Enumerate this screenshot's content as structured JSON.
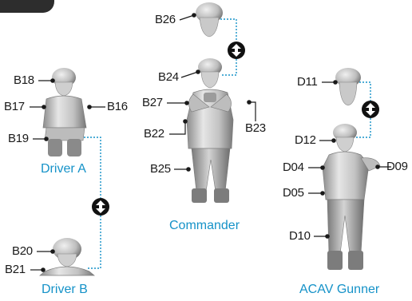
{
  "colors": {
    "figure_light": "#d9d9d9",
    "figure_mid": "#a9a9a9",
    "figure_dark": "#5e5e5e",
    "caption": "#1592c8",
    "connector": "#1592c8",
    "leader": "#1a1a1a",
    "tab": "#2d2d2d"
  },
  "icons": {
    "swap": "swap-arrows-icon"
  },
  "parts": {
    "b26": "B26",
    "b24": "B24",
    "b27": "B27",
    "b22": "B22",
    "b23": "B23",
    "b25": "B25",
    "b18": "B18",
    "b17": "B17",
    "b16": "B16",
    "b19": "B19",
    "b20": "B20",
    "b21": "B21",
    "d11": "D11",
    "d12": "D12",
    "d04": "D04",
    "d09": "D09",
    "d05": "D05",
    "d10": "D10"
  },
  "captions": {
    "driver_a": "Driver A",
    "driver_b": "Driver B",
    "commander": "Commander",
    "acav_gunner": "ACAV Gunner"
  }
}
